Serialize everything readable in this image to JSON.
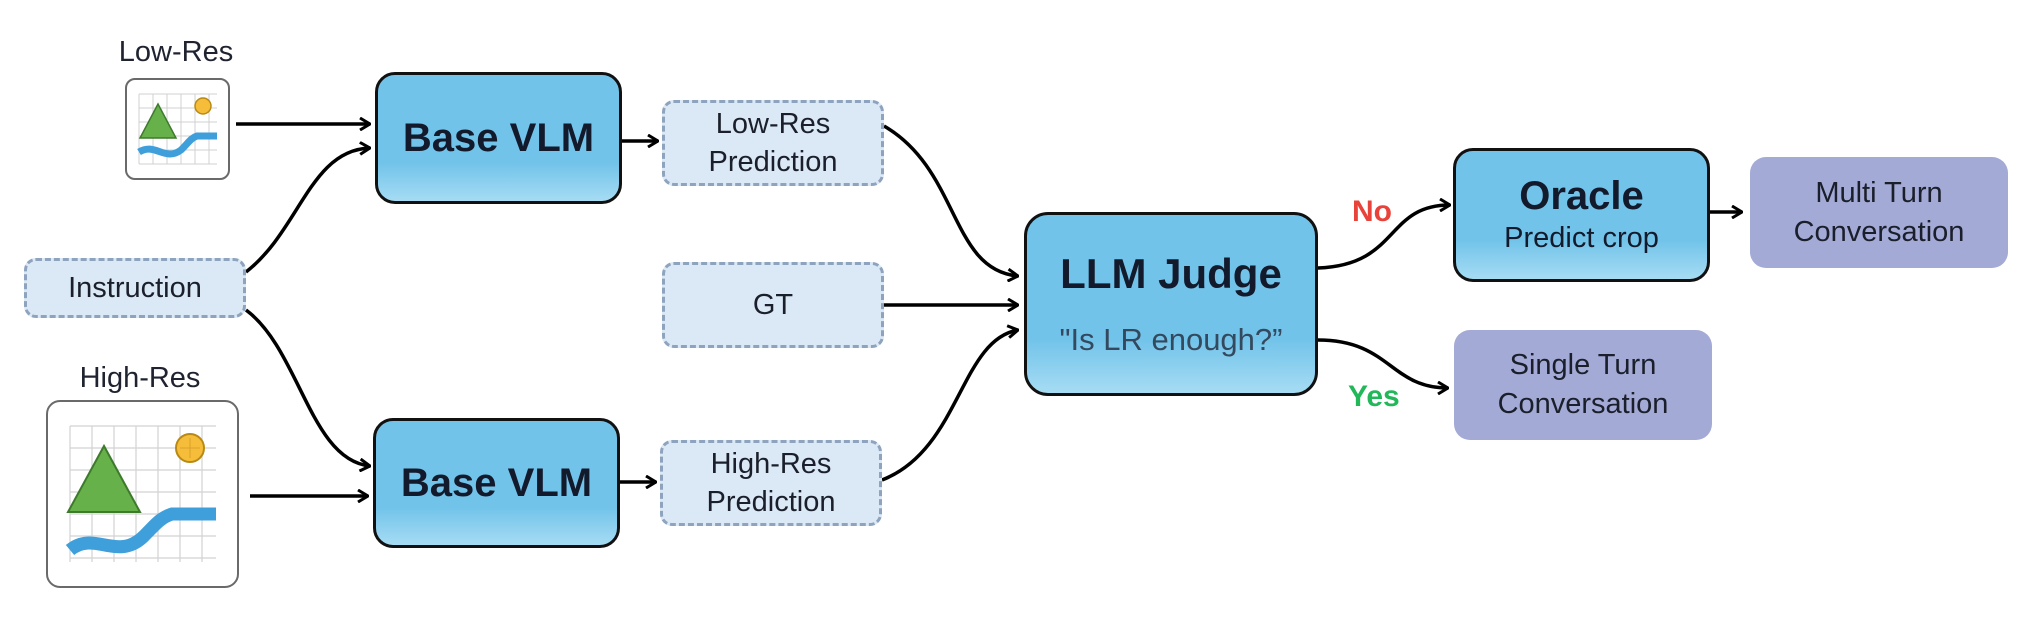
{
  "inputs": {
    "low_res_label": "Low-Res",
    "high_res_label": "High-Res",
    "instruction": "Instruction"
  },
  "models": {
    "base_vlm_top": "Base VLM",
    "base_vlm_bottom": "Base VLM"
  },
  "predictions": {
    "low_res": [
      "Low-Res",
      "Prediction"
    ],
    "gt": "GT",
    "high_res": [
      "High-Res",
      "Prediction"
    ]
  },
  "judge": {
    "title": "LLM Judge",
    "question": "\"Is LR enough?”"
  },
  "branches": {
    "no": "No",
    "yes": "Yes",
    "no_color": "#e8423a",
    "yes_color": "#22b85a"
  },
  "oracle": {
    "title": "Oracle",
    "subtitle": "Predict crop"
  },
  "outputs": {
    "multi_turn": [
      "Multi Turn",
      "Conversation"
    ],
    "single_turn": [
      "Single Turn",
      "Conversation"
    ]
  },
  "colors": {
    "model_fill": "#72c3ea",
    "dashed_fill": "#dbe8f6",
    "output_fill": "#a3aad6"
  }
}
